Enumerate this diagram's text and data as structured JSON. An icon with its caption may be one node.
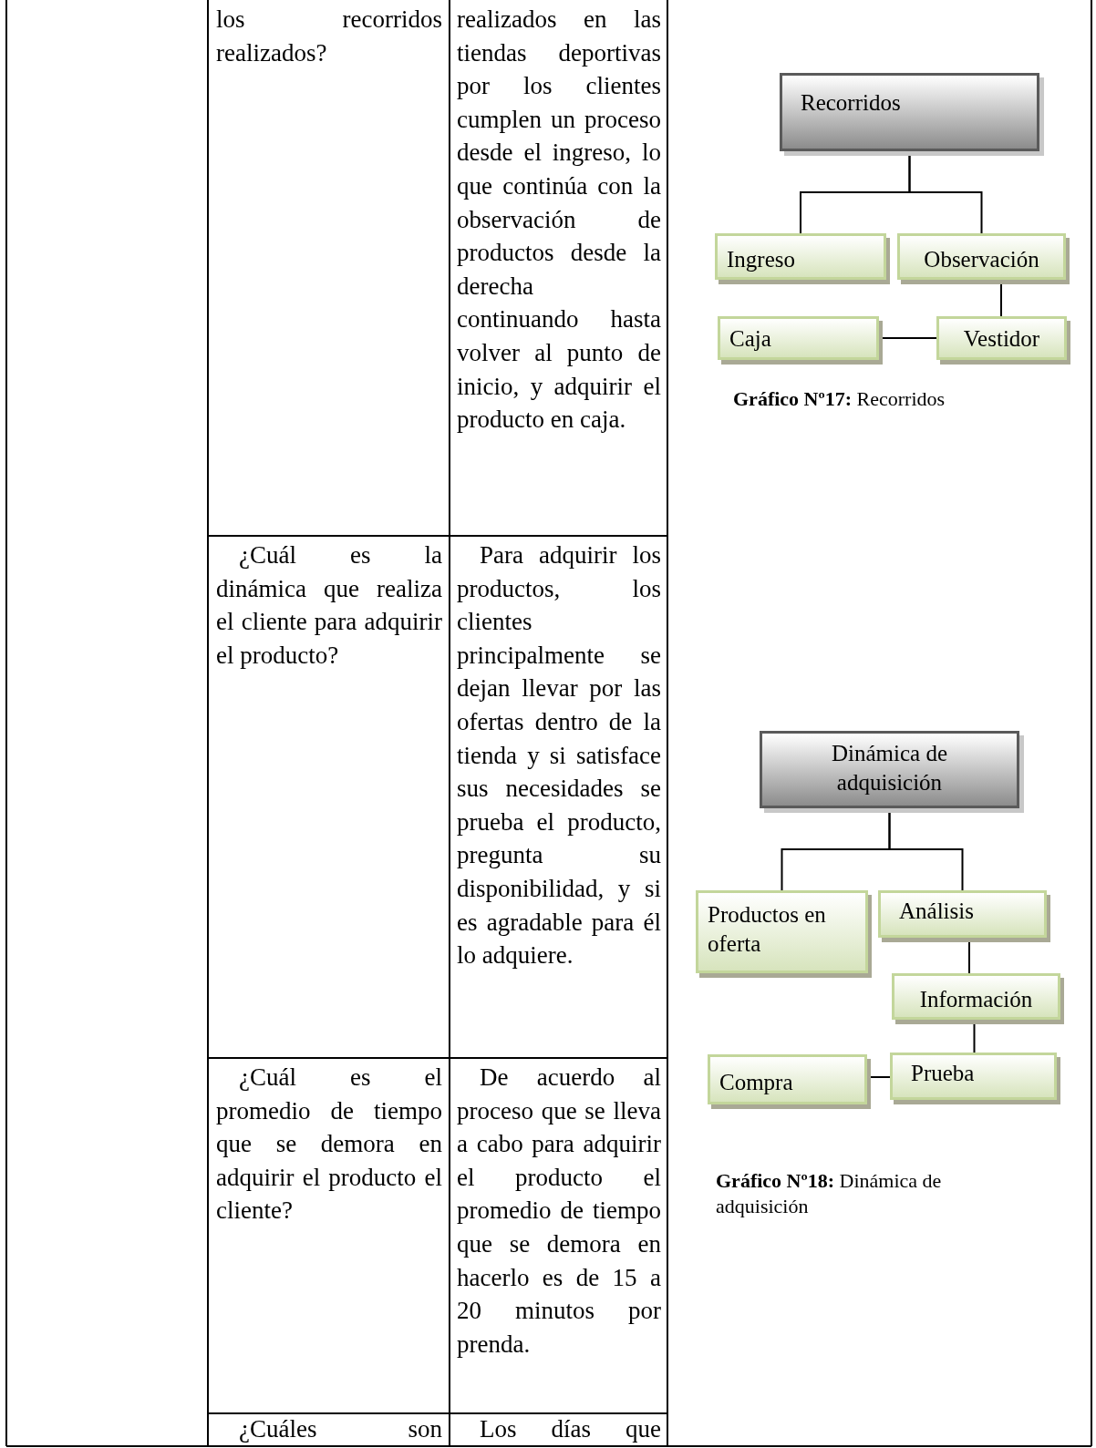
{
  "diagram": {
    "nodes": [
      {
        "text": [
          "Recorridos"
        ]
      },
      {
        "text": [
          "Ingreso"
        ]
      },
      {
        "text": [
          "Observación"
        ]
      },
      {
        "text": [
          "Caja"
        ]
      },
      {
        "text": [
          "Vestidor"
        ]
      },
      {
        "text": [
          "Dinámica de adquisición"
        ]
      },
      {
        "text": [
          "Productos en oferta"
        ]
      },
      {
        "text": [
          "Análisis"
        ]
      },
      {
        "text": [
          "Información"
        ]
      },
      {
        "text": [
          "Compra"
        ]
      },
      {
        "text": [
          "Prueba"
        ]
      }
    ],
    "edges": [
      {
        "from": 0,
        "to": 1,
        "arrow": "none"
      },
      {
        "from": 0,
        "to": 2,
        "arrow": "none"
      },
      {
        "from": 2,
        "to": 4,
        "arrow": "none"
      },
      {
        "from": 4,
        "to": 3,
        "arrow": "none"
      },
      {
        "from": 5,
        "to": 6,
        "arrow": "none"
      },
      {
        "from": 5,
        "to": 7,
        "arrow": "none"
      },
      {
        "from": 7,
        "to": 8,
        "arrow": "none"
      },
      {
        "from": 8,
        "to": 10,
        "arrow": "none"
      },
      {
        "from": 10,
        "to": 9,
        "arrow": "none"
      }
    ],
    "labels": [
      "los recorridos realizados?",
      "realizados en las tiendas deportivas por los clientes cumplen un proceso desde el ingreso, lo que continúa con la observación de productos desde la derecha continuando hasta volver al punto de inicio, y adquirir el producto en caja.",
      "**Gráfico Nº17:** Recorridos",
      "¿Cuál es la dinámica que realiza el cliente para adquirir el producto?",
      "Para adquirir los productos, los clientes principalmente se dejan llevar por las ofertas dentro de la tienda y si satisface sus necesidades se prueba el producto, pregunta su disponibilidad, y si es agradable para él lo adquiere.",
      "**Gráfico Nº18:** Dinámica de adquisición",
      "¿Cuál es el promedio de tiempo que se demora en adquirir el producto el cliente?",
      "De acuerdo al proceso que se lleva a cabo para adquirir el producto el promedio de tiempo que se demora en hacerlo es de 15 a 20 minutos por prenda.",
      "¿Cuáles son",
      "Los días que"
    ]
  }
}
